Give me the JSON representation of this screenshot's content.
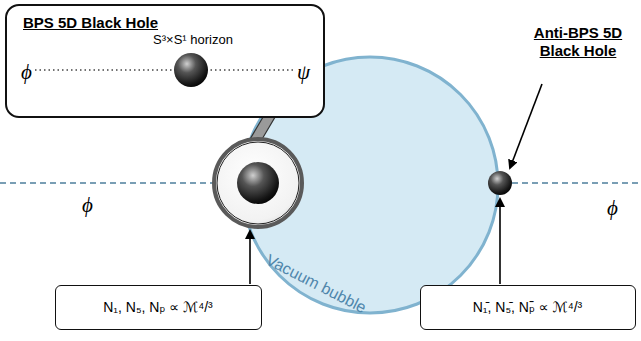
{
  "diagram": {
    "nodes": [
      {
        "text": [
          "BPS 5D Black Hole",
          "S³×S¹ horizon",
          "ϕ",
          "ψ"
        ]
      },
      {
        "text": [
          "Vacuum bubble"
        ]
      },
      {
        "text": [
          "N₁, N₅, Nₚ ∝ ℳ⁴/³"
        ]
      },
      {
        "text": [
          "N₁̄, N₅̄, Nₚ̄ ∝ ℳ⁴/³"
        ]
      }
    ],
    "labels": [
      "Anti-BPS 5D Black Hole",
      "ϕ",
      "ϕ"
    ]
  }
}
